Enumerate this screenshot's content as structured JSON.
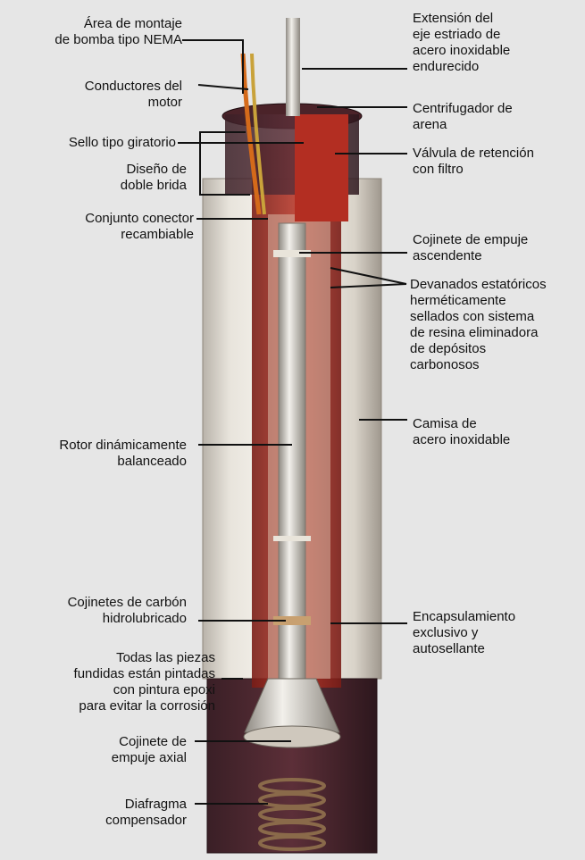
{
  "labels_left": [
    {
      "id": "nema",
      "lines": [
        "Área de montaje",
        "de bomba tipo NEMA"
      ]
    },
    {
      "id": "conductores",
      "lines": [
        "Conductores del",
        "motor"
      ]
    },
    {
      "id": "sello",
      "lines": [
        "Sello tipo giratorio"
      ]
    },
    {
      "id": "brida",
      "lines": [
        "Diseño de",
        "doble brida"
      ]
    },
    {
      "id": "conector",
      "lines": [
        "Conjunto conector",
        "recambiable"
      ]
    },
    {
      "id": "rotor",
      "lines": [
        "Rotor dinámicamente",
        "balanceado"
      ]
    },
    {
      "id": "carbon",
      "lines": [
        "Cojinetes de carbón",
        "hidrolubricado"
      ]
    },
    {
      "id": "epoxi",
      "lines": [
        "Todas las piezas",
        "fundidas están pintadas",
        "con pintura epoxi",
        "para evitar la corrosión"
      ]
    },
    {
      "id": "axial",
      "lines": [
        "Cojinete de",
        "empuje axial"
      ]
    },
    {
      "id": "diafragma",
      "lines": [
        "Diafragma",
        "compensador"
      ]
    }
  ],
  "labels_right": [
    {
      "id": "eje",
      "lines": [
        "Extensión del",
        "eje estriado de",
        "acero inoxidable",
        "endurecido"
      ]
    },
    {
      "id": "centrifugador",
      "lines": [
        "Centrifugador de",
        "arena"
      ]
    },
    {
      "id": "valvula",
      "lines": [
        "Válvula de retención",
        "con filtro"
      ]
    },
    {
      "id": "ascendente",
      "lines": [
        "Cojinete de empuje",
        "ascendente"
      ]
    },
    {
      "id": "devanados",
      "lines": [
        "Devanados estatóricos",
        "herméticamente",
        "sellados con sistema",
        "de resina eliminadora",
        "de depósitos",
        "carbonosos"
      ]
    },
    {
      "id": "camisa",
      "lines": [
        "Camisa de",
        "acero inoxidable"
      ]
    },
    {
      "id": "encapsulamiento",
      "lines": [
        "Encapsulamiento",
        "exclusivo y",
        "autosellante"
      ]
    }
  ]
}
